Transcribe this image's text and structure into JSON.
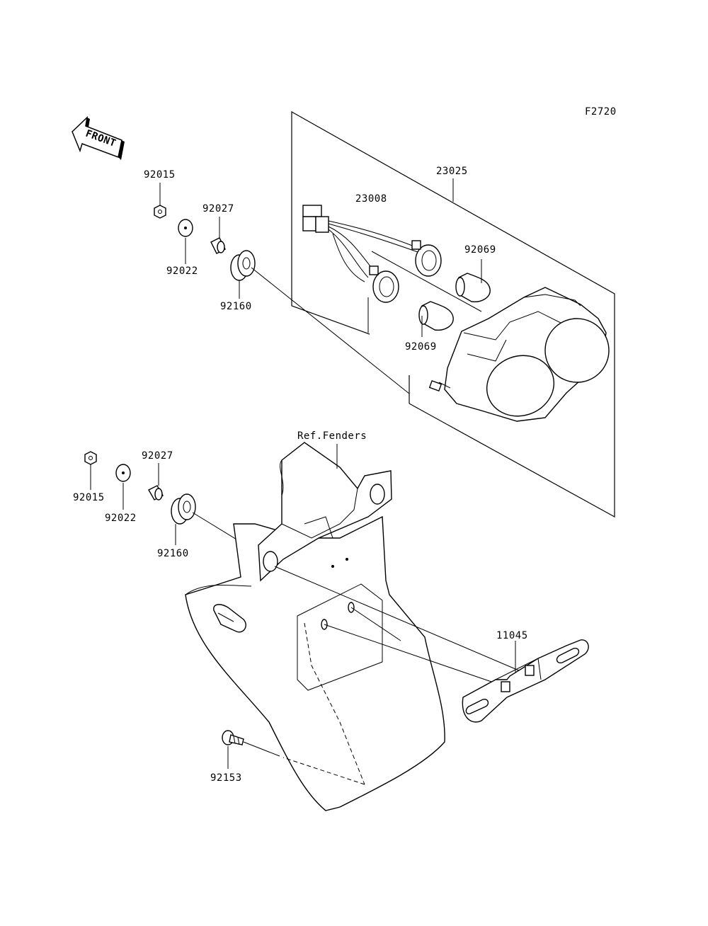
{
  "figure_code": "F2720",
  "front_label": "FRONT",
  "ref_label": "Ref.Fenders",
  "callouts": {
    "tail_lamp_assy": "23025",
    "socket_harness": "23008",
    "bulb_upper": "92069",
    "bulb_lower": "92069",
    "nut_top": "92015",
    "washer_top": "92022",
    "collar_top": "92027",
    "damper_top": "92160",
    "nut_bottom": "92015",
    "washer_bottom": "92022",
    "collar_bottom": "92027",
    "damper_bottom": "92160",
    "bracket": "11045",
    "bolt": "92153"
  }
}
